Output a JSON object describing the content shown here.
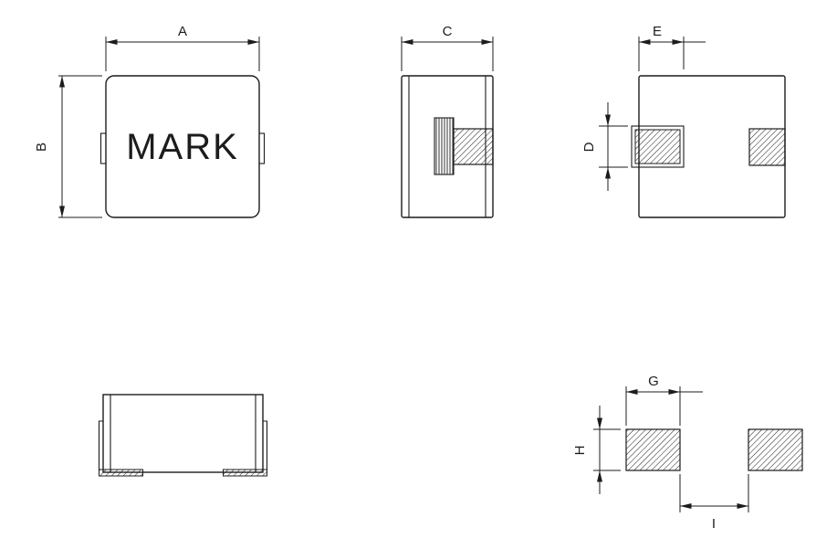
{
  "drawing": {
    "mark_label": "MARK",
    "dimension_labels": {
      "A": "A",
      "B": "B",
      "C": "C",
      "D": "D",
      "E": "E",
      "G": "G",
      "H": "H",
      "I": "I"
    },
    "colors": {
      "line": "#1c1c1c",
      "background": "#ffffff"
    }
  }
}
